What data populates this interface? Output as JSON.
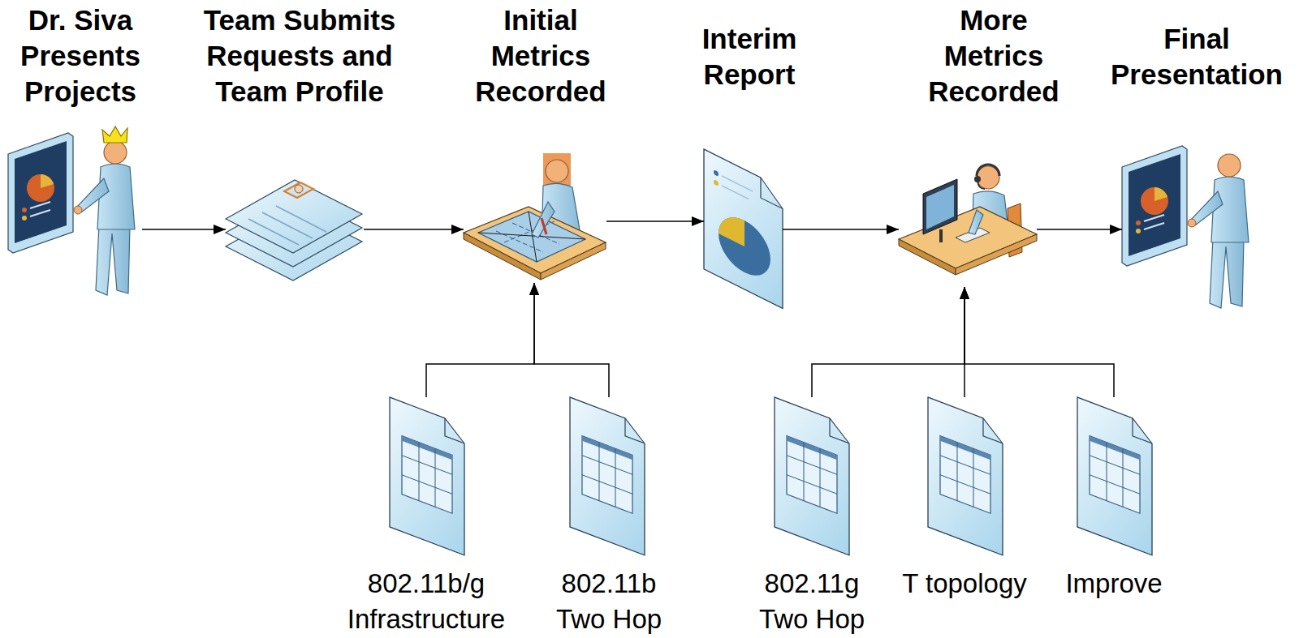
{
  "diagram": {
    "nodes": [
      {
        "text": [
          "Dr. Siva Presents Projects"
        ]
      },
      {
        "text": [
          "Team Submits Requests and Team Profile"
        ]
      },
      {
        "text": [
          "Initial Metrics Recorded"
        ]
      },
      {
        "text": [
          "Interim Report"
        ]
      },
      {
        "text": [
          "More Metrics Recorded"
        ]
      },
      {
        "text": [
          "Final Presentation"
        ]
      },
      {
        "text": [
          "802.11b/g Infrastructure"
        ]
      },
      {
        "text": [
          "802.11b Two Hop"
        ]
      },
      {
        "text": [
          "802.11g Two Hop"
        ]
      },
      {
        "text": [
          "T topology"
        ]
      },
      {
        "text": [
          "Improve"
        ]
      }
    ],
    "edges": [
      {
        "from": 0,
        "to": 1,
        "arrow": "to"
      },
      {
        "from": 1,
        "to": 2,
        "arrow": "to"
      },
      {
        "from": 2,
        "to": 3,
        "arrow": "to"
      },
      {
        "from": 3,
        "to": 4,
        "arrow": "to"
      },
      {
        "from": 4,
        "to": 5,
        "arrow": "to"
      },
      {
        "from": 6,
        "to": 2,
        "arrow": "to"
      },
      {
        "from": 7,
        "to": 2,
        "arrow": "to"
      },
      {
        "from": 8,
        "to": 4,
        "arrow": "to"
      },
      {
        "from": 9,
        "to": 4,
        "arrow": "to"
      },
      {
        "from": 10,
        "to": 4,
        "arrow": "to"
      }
    ]
  }
}
